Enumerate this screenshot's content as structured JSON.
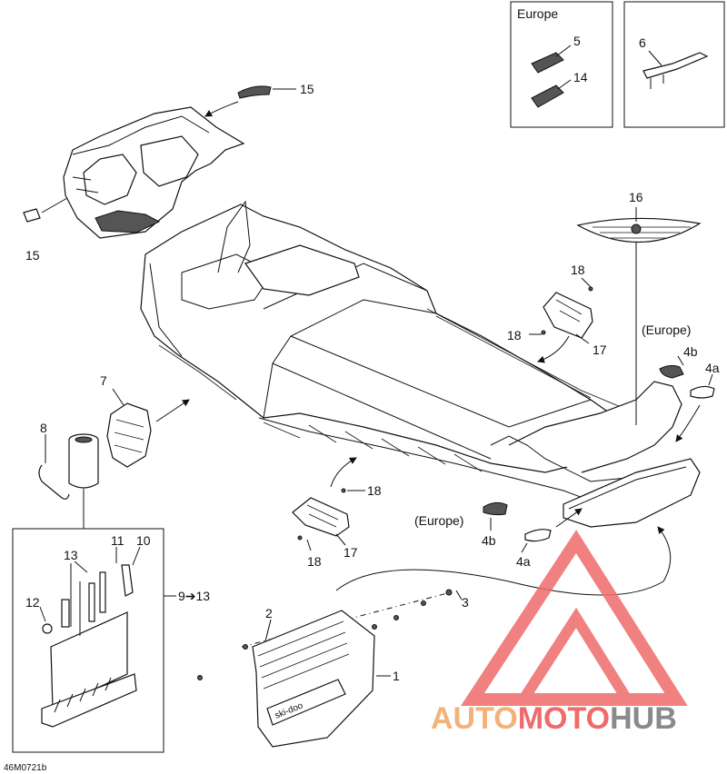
{
  "inset_europe": {
    "title": "Europe",
    "callouts": [
      "5",
      "14"
    ]
  },
  "inset_bracket": {
    "callouts": [
      "6"
    ]
  },
  "callouts": {
    "c15_top": "15",
    "c15_left": "15",
    "c16": "16",
    "c18_a": "18",
    "c18_b": "18",
    "c17_a": "17",
    "europe_a": "(Europe)",
    "c4b_a": "4b",
    "c4a_a": "4a",
    "c7": "7",
    "c8": "8",
    "c18_c": "18",
    "c18_d": "18",
    "c17_b": "17",
    "europe_b": "(Europe)",
    "c4b_b": "4b",
    "c4a_b": "4a",
    "c2": "2",
    "c3": "3",
    "c1": "1"
  },
  "toolkit": {
    "callouts": [
      "13",
      "11",
      "10",
      "12"
    ],
    "range_label": "9➔13"
  },
  "flap_brand": "ski-doo",
  "figure_code": "46M0721b",
  "watermark": {
    "part1": "AUTO",
    "part2": "MOTO",
    "part3": "HUB",
    "colors": [
      "#f3b27a",
      "#ef6b6b",
      "#8a8a8a"
    ]
  }
}
